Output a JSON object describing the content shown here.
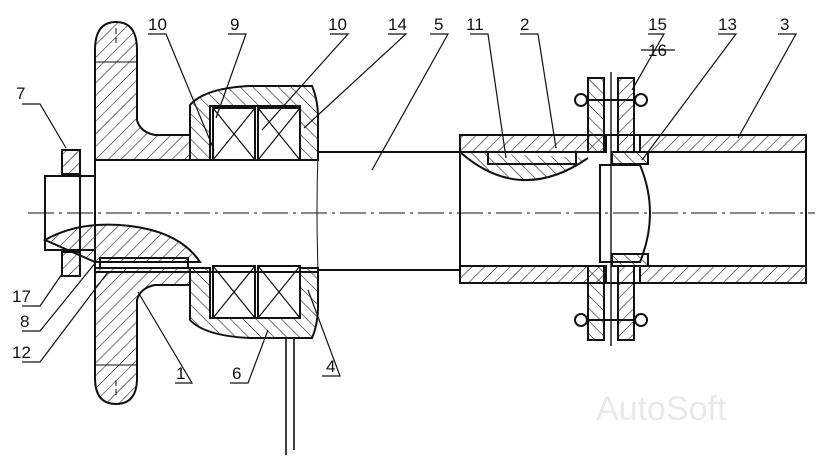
{
  "labels": {
    "l1": "1",
    "l2": "2",
    "l3": "3",
    "l4": "4",
    "l5": "5",
    "l6": "6",
    "l7": "7",
    "l8": "8",
    "l9": "9",
    "l10a": "10",
    "l10b": "10",
    "l11": "11",
    "l12": "12",
    "l13": "13",
    "l14": "14",
    "l15": "15",
    "l16": "16",
    "l17": "17"
  },
  "watermark": "AutoSoft"
}
